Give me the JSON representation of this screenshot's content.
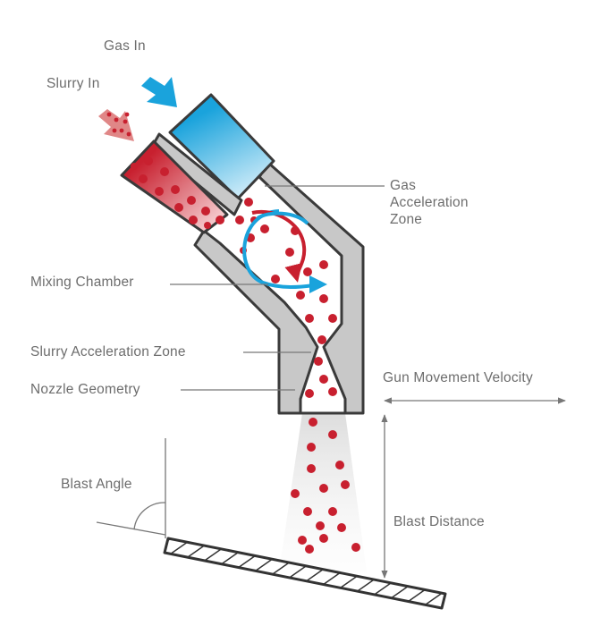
{
  "labels": {
    "gas_in": "Gas In",
    "slurry_in": "Slurry In",
    "gas_accel_line1": "Gas",
    "gas_accel_line2": "Acceleration",
    "gas_accel_line3": "Zone",
    "mixing_chamber": "Mixing Chamber",
    "slurry_accel": "Slurry Acceleration Zone",
    "nozzle_geometry": "Nozzle Geometry",
    "gun_velocity": "Gun Movement Velocity",
    "blast_angle": "Blast Angle",
    "blast_distance": "Blast Distance"
  },
  "colors": {
    "gas": "#1aa3dc",
    "slurry": "#c8202f",
    "body": "#c8c8c8",
    "outline": "#3a3a3a",
    "text": "#6d6d6d",
    "leader": "#777777"
  },
  "icons": {
    "gas_arrow": "arrow-down-right-icon",
    "slurry_arrow": "arrow-down-right-icon",
    "swirl": "swirl-arrow-icon",
    "velocity": "double-arrow-horizontal-icon",
    "distance": "double-arrow-vertical-icon"
  }
}
